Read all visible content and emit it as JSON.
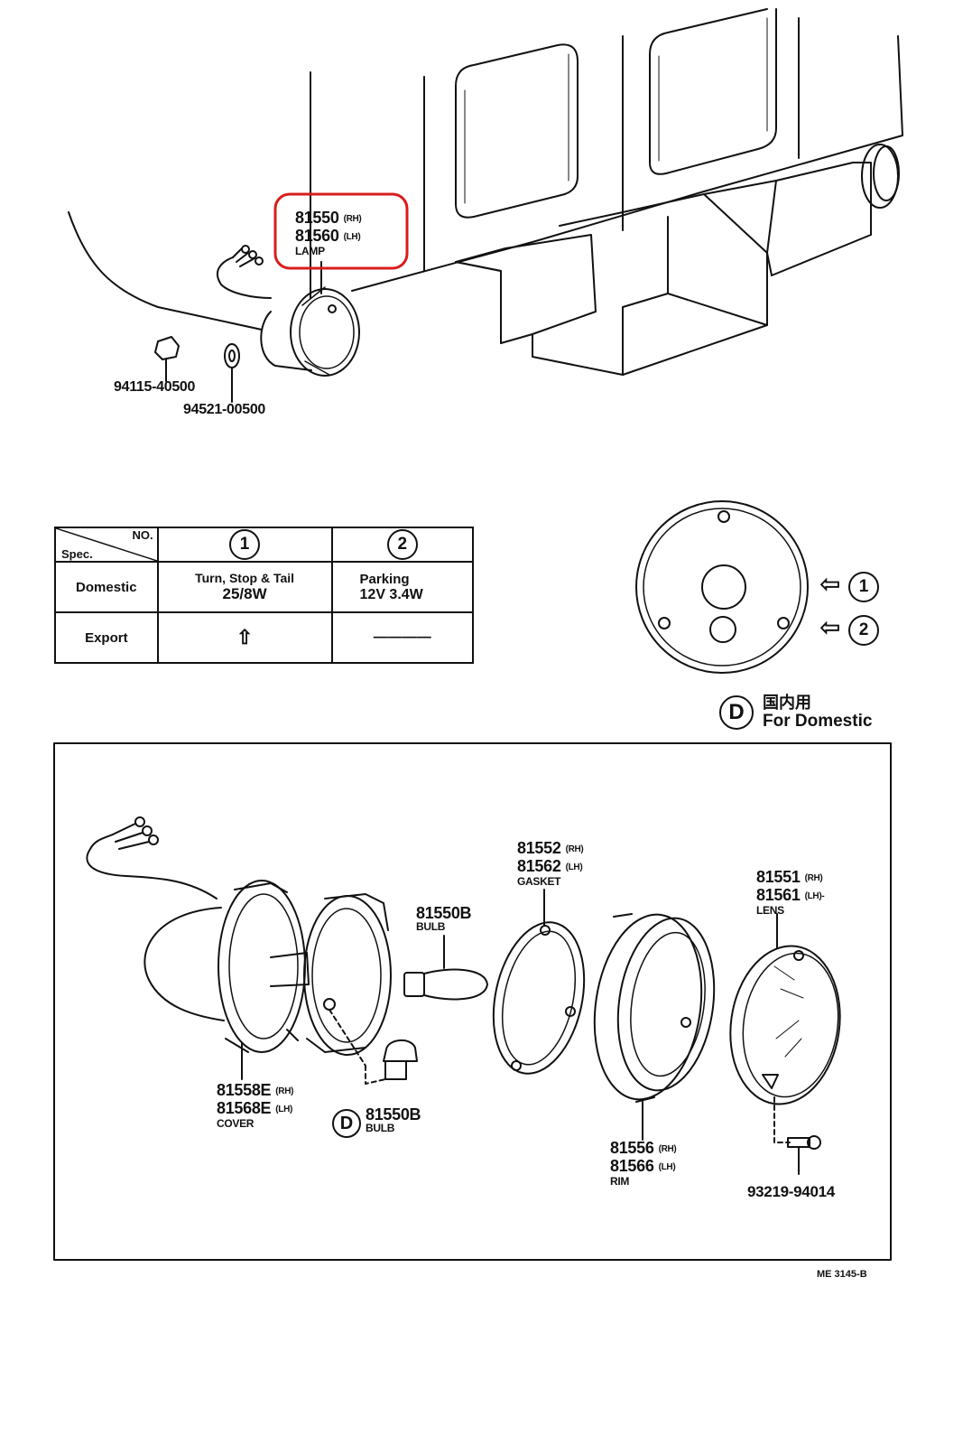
{
  "top": {
    "lamp": {
      "rh": "81550",
      "lh": "81560",
      "rh_tag": "(RH)",
      "lh_tag": "(LH)",
      "name": "LAMP"
    },
    "nut": "94115-40500",
    "washer": "94521-00500"
  },
  "spec_table": {
    "corner_no": "NO.",
    "corner_spec": "Spec.",
    "col1": "1",
    "col2": "2",
    "rows": [
      {
        "label": "Domestic",
        "c1_line1": "Turn, Stop & Tail",
        "c1_line2": "25/8W",
        "c2_line1": "Parking",
        "c2_line2": "12V  3.4W"
      },
      {
        "label": "Export",
        "c1": "⇧",
        "c2": "————"
      }
    ]
  },
  "lamp_face": {
    "arrow1": "⇦",
    "num1": "1",
    "arrow2": "⇦",
    "num2": "2"
  },
  "domestic_note": {
    "letter": "D",
    "jp": "国内用",
    "en": "For Domestic"
  },
  "exploded": {
    "gasket": {
      "rh": "81552",
      "lh": "81562",
      "rh_tag": "(RH)",
      "lh_tag": "(LH)",
      "name": "GASKET"
    },
    "lens": {
      "rh": "81551",
      "lh": "81561",
      "rh_tag": "(RH)",
      "lh_tag": "(LH)-",
      "name": "LENS"
    },
    "bulb_main": {
      "no": "81550B",
      "name": "BULB"
    },
    "cover": {
      "rh": "81558E",
      "lh": "81568E",
      "rh_tag": "(RH)",
      "lh_tag": "(LH)",
      "name": "COVER"
    },
    "bulb_d": {
      "letter": "D",
      "no": "81550B",
      "name": "BULB"
    },
    "rim": {
      "rh": "81556",
      "lh": "81566",
      "rh_tag": "(RH)",
      "lh_tag": "(LH)",
      "name": "RIM"
    },
    "screw": "93219-94014"
  },
  "figure_code": "ME 3145-B",
  "colors": {
    "highlight": "#d91c1c",
    "ink": "#111111"
  }
}
